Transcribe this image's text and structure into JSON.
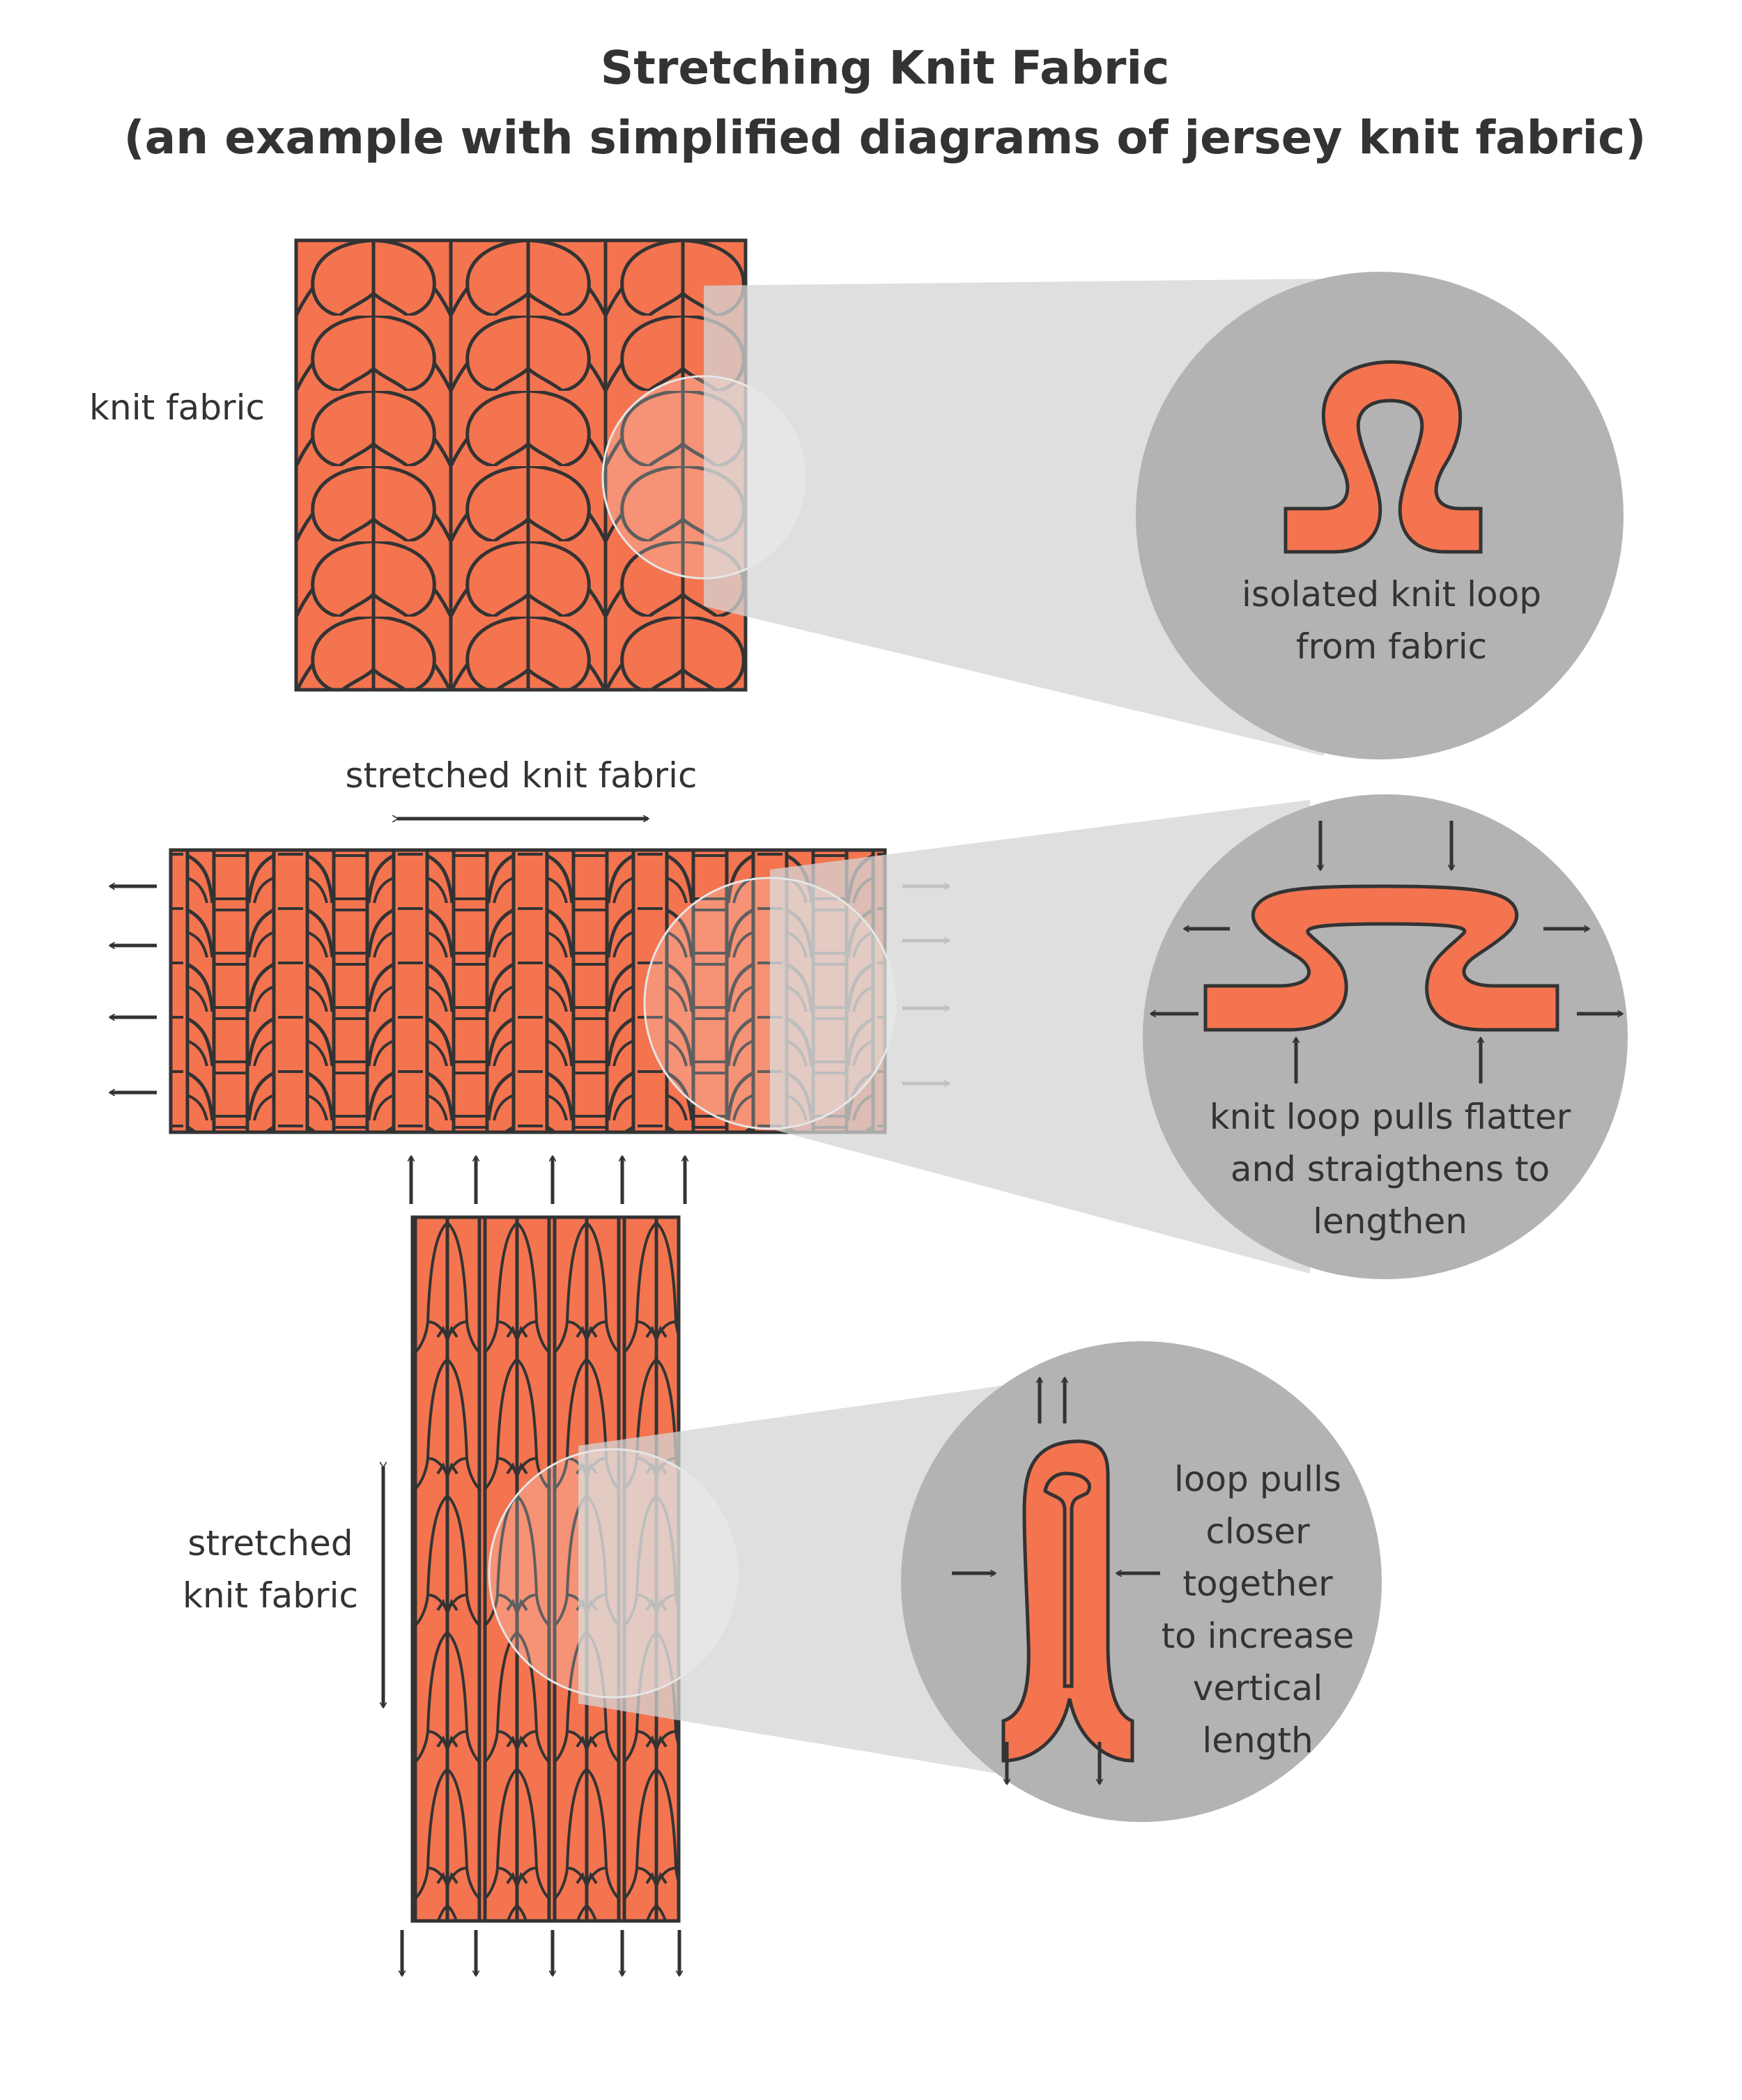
{
  "title": {
    "line1": "Stretching Knit Fabric",
    "line2": "(an example with simplified diagrams of jersey knit fabric)"
  },
  "panels": {
    "knit": {
      "label": "knit fabric",
      "zoom_caption": [
        "isolated knit loop",
        "from fabric"
      ]
    },
    "horizontal": {
      "label": "stretched knit fabric",
      "zoom_caption": [
        "knit loop pulls flatter",
        "and straigthens to",
        "lengthen"
      ]
    },
    "vertical": {
      "label": [
        "stretched",
        "knit fabric"
      ],
      "zoom_caption": [
        "loop pulls",
        "closer",
        "together",
        "to increase",
        "vertical",
        "length"
      ]
    }
  },
  "colors": {
    "fabric": "#F47450",
    "outline": "#333333",
    "magnifier": "#B3B3B3",
    "beam": "#D4D4D4",
    "faded_arrow": "#888888"
  }
}
